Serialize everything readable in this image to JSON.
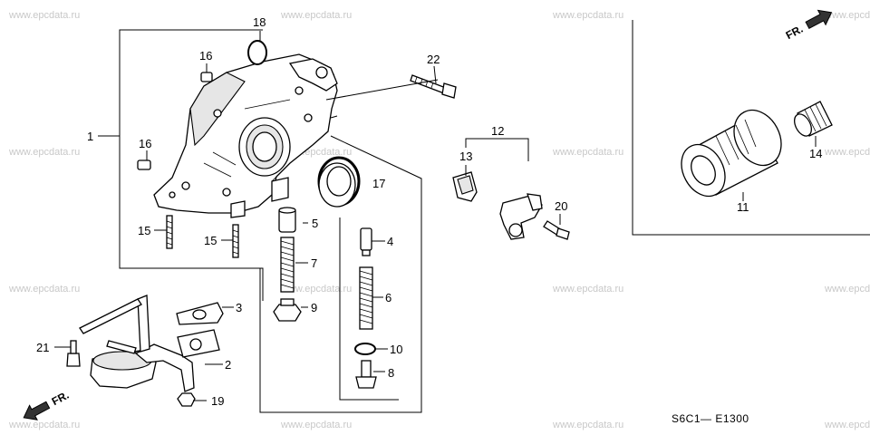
{
  "watermark_text": "www.epcdata.ru",
  "diagram_code": "S6C1— E1300",
  "direction_label": "FR.",
  "callouts": {
    "c1": "1",
    "c2": "2",
    "c3": "3",
    "c4": "4",
    "c5": "5",
    "c6": "6",
    "c7": "7",
    "c8": "8",
    "c9": "9",
    "c10": "10",
    "c11": "11",
    "c12": "12",
    "c13": "13",
    "c14": "14",
    "c15a": "15",
    "c15b": "15",
    "c16a": "16",
    "c16b": "16",
    "c17": "17",
    "c18": "18",
    "c19": "19",
    "c20": "20",
    "c21": "21",
    "c22": "22"
  }
}
